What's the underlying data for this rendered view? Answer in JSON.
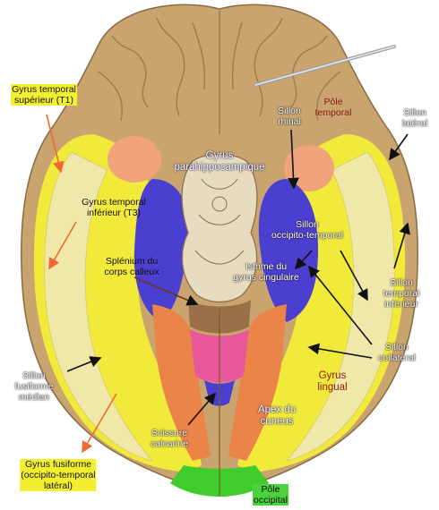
{
  "labels": {
    "gyrus_temporal_superieur": "Gyrus temporal\nsupérieur (T1)",
    "sillon_rhinal": "Sillon\nrhinal",
    "pole_temporal": "Pôle\ntemporal",
    "sillon_lateral": "Sillon\nlatéral",
    "gyrus_parahippocampique": "Gyrus\nparahippocampique",
    "gyrus_temporal_inferieur": "Gyrus temporal\ninférieur (T3)",
    "sillon_occipito_temporal": "Sillon\noccipito-temporal",
    "splenium": "Splénium du\ncorps calleux",
    "isthme": "Isthme du\ngyrus cingulaire",
    "sillon_temporal_inferieur": "Sillon\ntemporal\ninférieur",
    "sillon_fusiforme_median": "Sillon\nfusiforme\nmédian",
    "sillon_collateral": "Sillon\ncollatéral",
    "gyrus_lingual": "Gyrus\nlingual",
    "scissure_calcarine": "Scissure\ncalcarine",
    "apex_cuneus": "Apex du\ncuneus",
    "gyrus_fusiforme": "Gyrus fusiforme\n(occipito-temporal\nlatéral)",
    "pole_occipital": "Pôle\noccipital"
  },
  "colors": {
    "brain": "#c9a46e",
    "fusiform_yellow": "#f1ea3a",
    "inferior_temporal": "#f0e8a8",
    "parahippocampal_blue": "#4b3fd0",
    "lingual_orange": "#ea8448",
    "isthmus_pink": "#e8589a",
    "pole_temporal_salmon": "#f2a37c",
    "pole_occipital_green": "#41cc2e",
    "splenium_brown": "#9a7048",
    "arrow_orange": "#ef6a2c"
  }
}
